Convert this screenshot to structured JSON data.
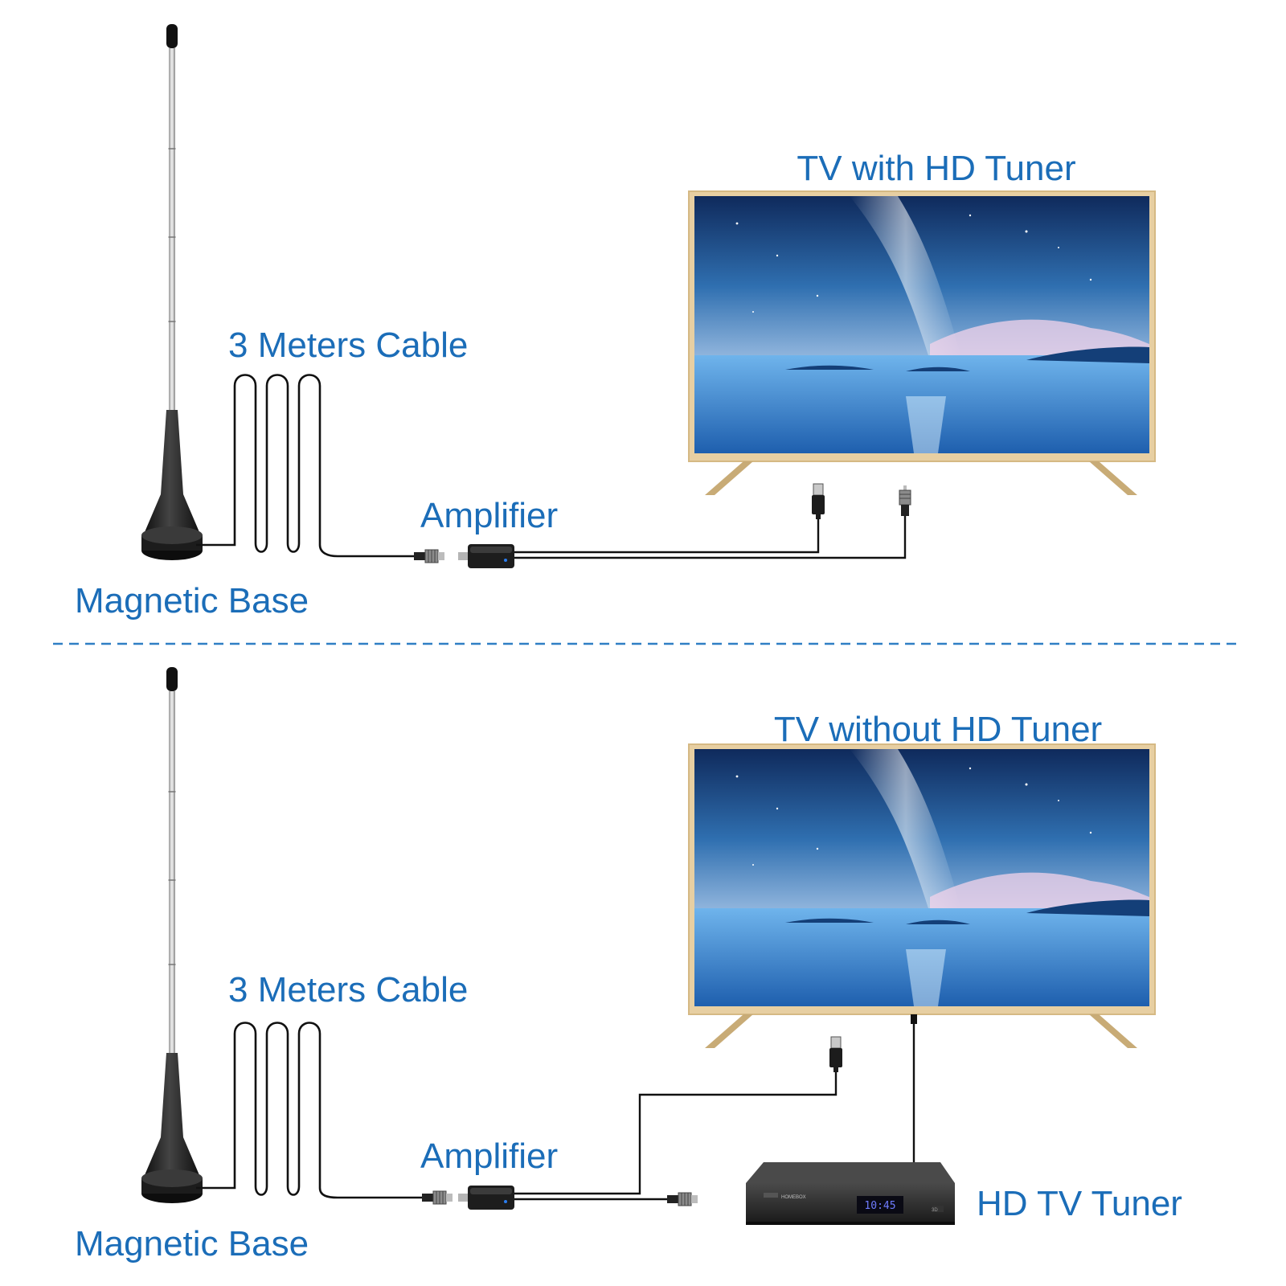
{
  "colors": {
    "label": "#1b6db8",
    "cable": "#111111",
    "tv_frame": "#e7cfa2",
    "divider": "#2f7fc4",
    "box": "#2a2a2a",
    "display": "#6f7cff"
  },
  "top": {
    "title": "TV with HD Tuner",
    "cable_label": "3 Meters Cable",
    "amplifier_label": "Amplifier",
    "base_label": "Magnetic Base"
  },
  "bottom": {
    "title": "TV without HD Tuner",
    "cable_label": "3 Meters Cable",
    "amplifier_label": "Amplifier",
    "base_label": "Magnetic Base",
    "tuner_label": "HD TV Tuner",
    "tuner_clock": "10:45",
    "tuner_brand": "HOMEBOX",
    "tuner_badge": "3D"
  },
  "icons": [
    "antenna-icon",
    "amplifier-icon",
    "usb-plug-icon",
    "coax-plug-icon",
    "tv-icon",
    "set-top-box-icon"
  ]
}
